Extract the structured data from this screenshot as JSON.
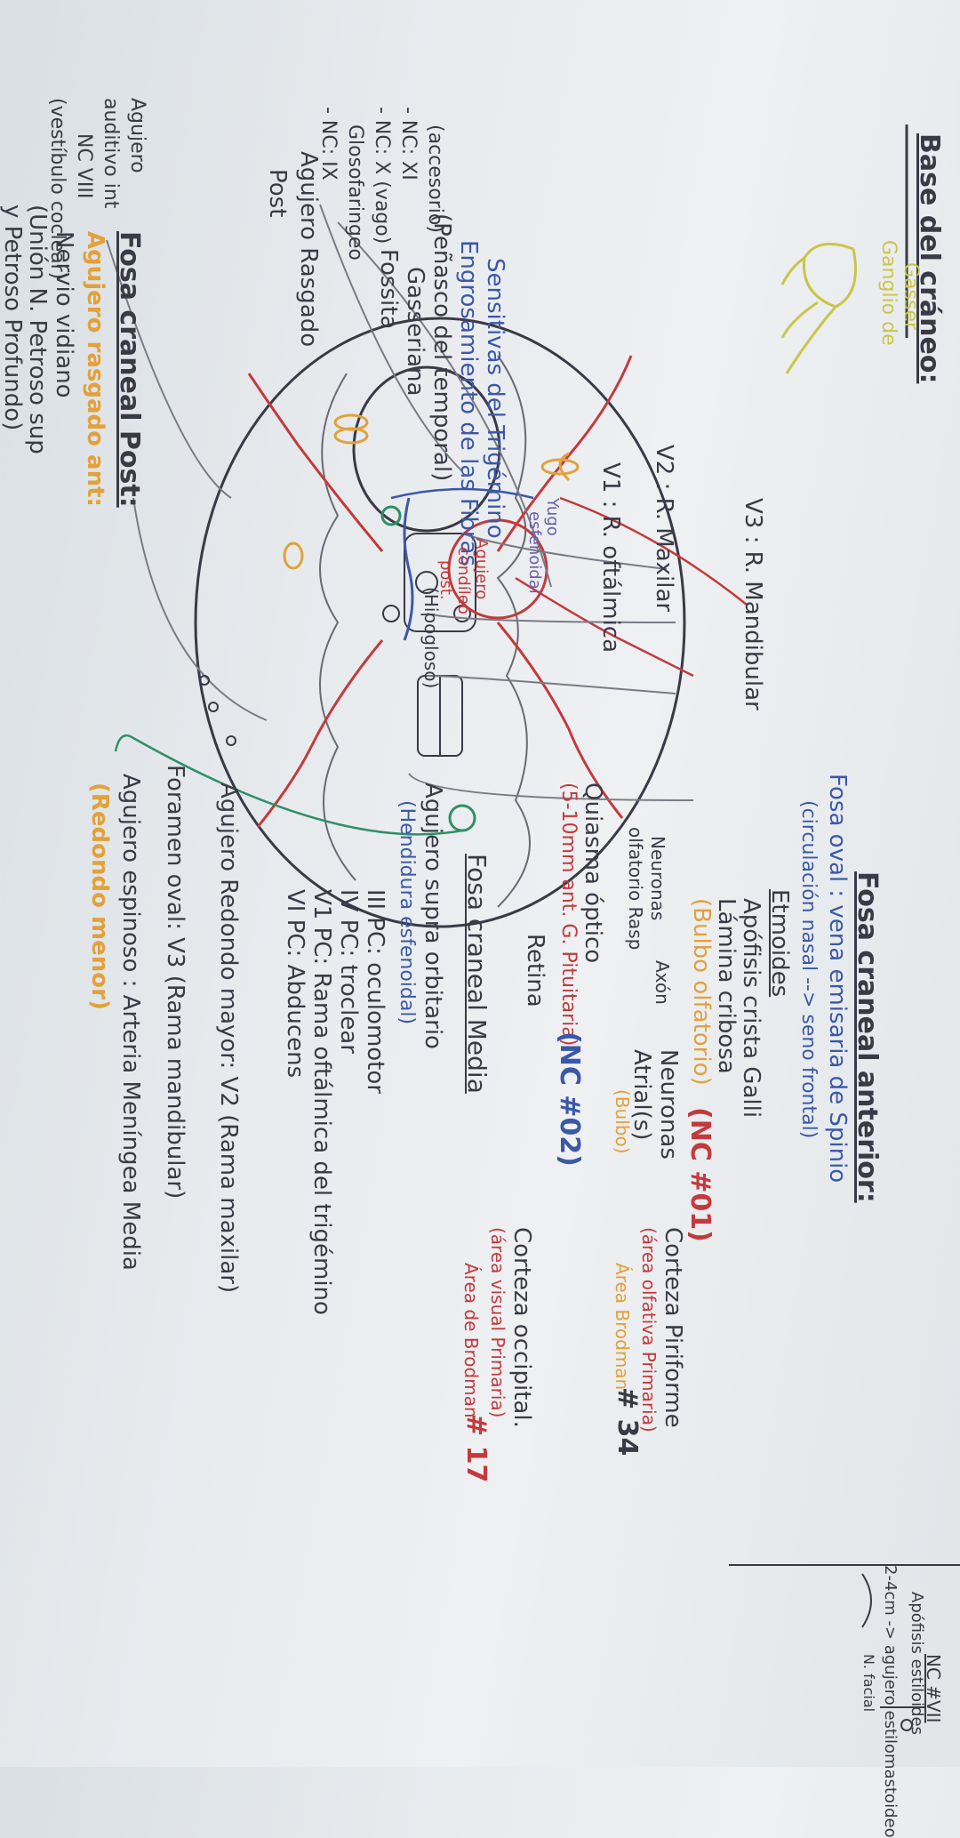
{
  "colors": {
    "board": "#e8ebee",
    "marker_dark": "#3a3a46",
    "marker_blue": "#3b58a8",
    "marker_red": "#c33a3c",
    "marker_orange": "#e2a13a",
    "marker_green": "#2f8f66",
    "marker_yellow": "#c9c64a",
    "marker_purple": "#6b5cab"
  },
  "title": "Base del cráneo:",
  "left": {
    "auditory": [
      "Agujero",
      "auditivo int",
      "NC VIII",
      "(vestíbulo coclear)"
    ],
    "post_fossa_title": "Fosa craneal Post:",
    "lacerum_ant": "Agujero rasgado ant:",
    "vidian": [
      "Nervio vidiano",
      "(Unión N. Petroso sup",
      "y Petroso Profundo)"
    ],
    "lacerum_post": [
      "Agujero Rasgado",
      "Post"
    ],
    "nc9": "- NC: IX",
    "nc9_name": "Glosofaringeo",
    "nc10": "- NC: X (vago)",
    "nc11": "- NC: XI",
    "nc11_name": "(accesorio)",
    "fossa": "Fossita",
    "gasser": "Gasseriana",
    "petrous": "(Peñasco del temporal)",
    "engrossment": [
      "Engrosamiento de las Fibras",
      "Sensitivas del Trigémino"
    ],
    "ganglion": [
      "Ganglio de",
      "Gasser"
    ],
    "v1": "V1 : R. oftálmica",
    "v2": "V2 : R. Maxilar",
    "v3": "V3 : R. Mandibular"
  },
  "skull": {
    "yugo": [
      "Yugo",
      "esfenoidal"
    ],
    "condylar": [
      "Agujero",
      "condíleo",
      "post."
    ],
    "hypoglossal": "(Hipogloso)"
  },
  "right": {
    "ant_fossa_title": "Fosa craneal anterior:",
    "foramen_cecum": "Fosa oval : vena emisaria de Spinio",
    "circulation": "(circulación nasal --> seno frontal)",
    "ethmoid": "Etmoides",
    "apophysis": "Apófisis crista Galli",
    "cribriform": "Lámina cribosa",
    "bulb": "(Bulbo olfatorio)",
    "nc01": "(NC #01)",
    "olf_neurons": [
      "Neuronas",
      "olfatorio Rasp"
    ],
    "axon": "Axón",
    "neurons2": "Neuronas",
    "atrial": "Atrial(s)",
    "bulbo2": "(Bulbo)",
    "piriform": "Corteza Piriforme",
    "olf_cortex": "(área olfativa Primaria)",
    "brodmann34_label": "Área Brodman",
    "brodmann34": "# 34",
    "chiasm": "Quiasma óptico",
    "chiasm_detail": "(5-10mm ant. G. Pituitaria)",
    "nc02": "(NC #02)",
    "retina": "Retina",
    "occipital": "Corteza occipital.",
    "visual_area": "(área visual Primaria)",
    "brodmann17_label": "Área de Brodman",
    "brodmann17": "# 17",
    "mid_fossa_title": "Fosa craneal Media",
    "supraorbital": "Agujero supra orbitario",
    "sup_fissure": "(Hendidura esfenoidal)",
    "pc3": "III PC: oculomotor",
    "pc4": "IV PC: troclear",
    "pc5": "V1 PC: Rama oftálmica del trigémino",
    "pc6": "VI PC: Abducens",
    "rotundum": "Agujero Redondo mayor: V2 (Rama maxilar)",
    "ovale": "Foramen oval: V3 (Rama mandibular)",
    "spinosum": "Agujero espinoso : Arteria Meníngea Media",
    "spinosum_note": "(Redondo menor)",
    "margin_note1": "Apófisis estiloides",
    "margin_note2": "2-4cm -> agujero estilomastoideo",
    "margin_note3": "N. facial",
    "margin_note4": "NC #VII"
  }
}
